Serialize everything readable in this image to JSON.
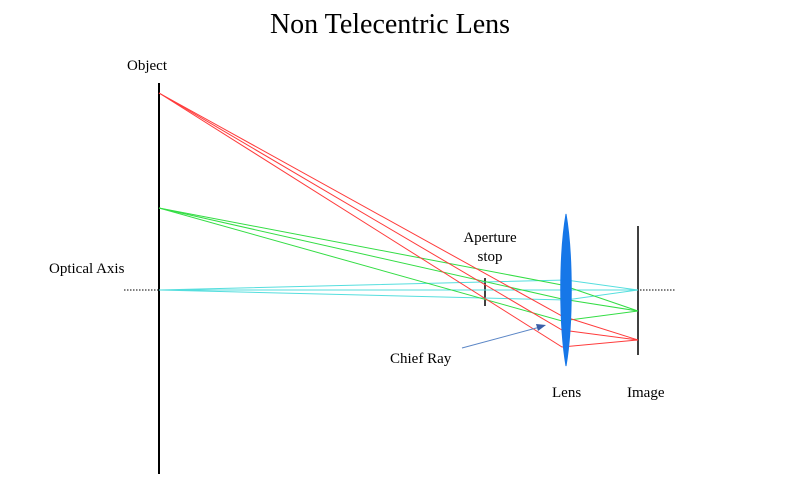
{
  "title": "Non Telecentric Lens",
  "labels": {
    "object": "Object",
    "optical_axis": "Optical Axis",
    "aperture_stop": "Aperture stop",
    "chief_ray": "Chief Ray",
    "lens": "Lens",
    "image": "Image"
  },
  "colors": {
    "red_rays": "#ff3b3b",
    "green_rays": "#33dd44",
    "cyan_rays": "#55dede",
    "lens": "#1677e8",
    "pointer": "#5b86c6",
    "lines": "#000000"
  }
}
